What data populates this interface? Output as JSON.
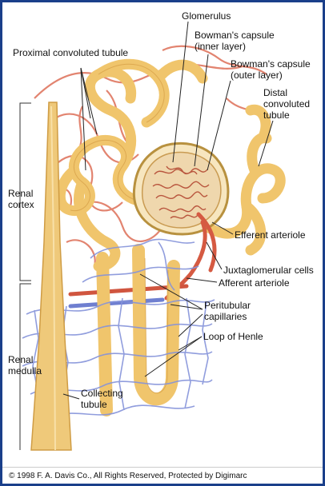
{
  "labels": {
    "glomerulus": "Glomerulus",
    "bowman_inner_1": "Bowman's capsule",
    "bowman_inner_2": "(inner layer)",
    "bowman_outer_1": "Bowman's capsule",
    "bowman_outer_2": "(outer layer)",
    "proximal": "Proximal convoluted tubule",
    "distal_1": "Distal",
    "distal_2": "convoluted",
    "distal_3": "tubule",
    "renal_cortex_1": "Renal",
    "renal_cortex_2": "cortex",
    "efferent": "Efferent arteriole",
    "juxta": "Juxtaglomerular cells",
    "afferent": "Afferent arteriole",
    "peritubular_1": "Peritubular",
    "peritubular_2": "capillaries",
    "loop_henle": "Loop of Henle",
    "renal_medulla_1": "Renal",
    "renal_medulla_2": "medulla",
    "collecting_1": "Collecting",
    "collecting_2": "tubule"
  },
  "footer": {
    "copyright": "© 1998 F. A. Davis Co., All Rights Reserved, Protected by Digimarc"
  },
  "colors": {
    "tubule": "#f2c870",
    "tubule_dark": "#d9a44a",
    "artery": "#e0705a",
    "vein": "#7f8fd8",
    "capsule": "#f6e3b8",
    "frame": "#1a3f8a"
  }
}
